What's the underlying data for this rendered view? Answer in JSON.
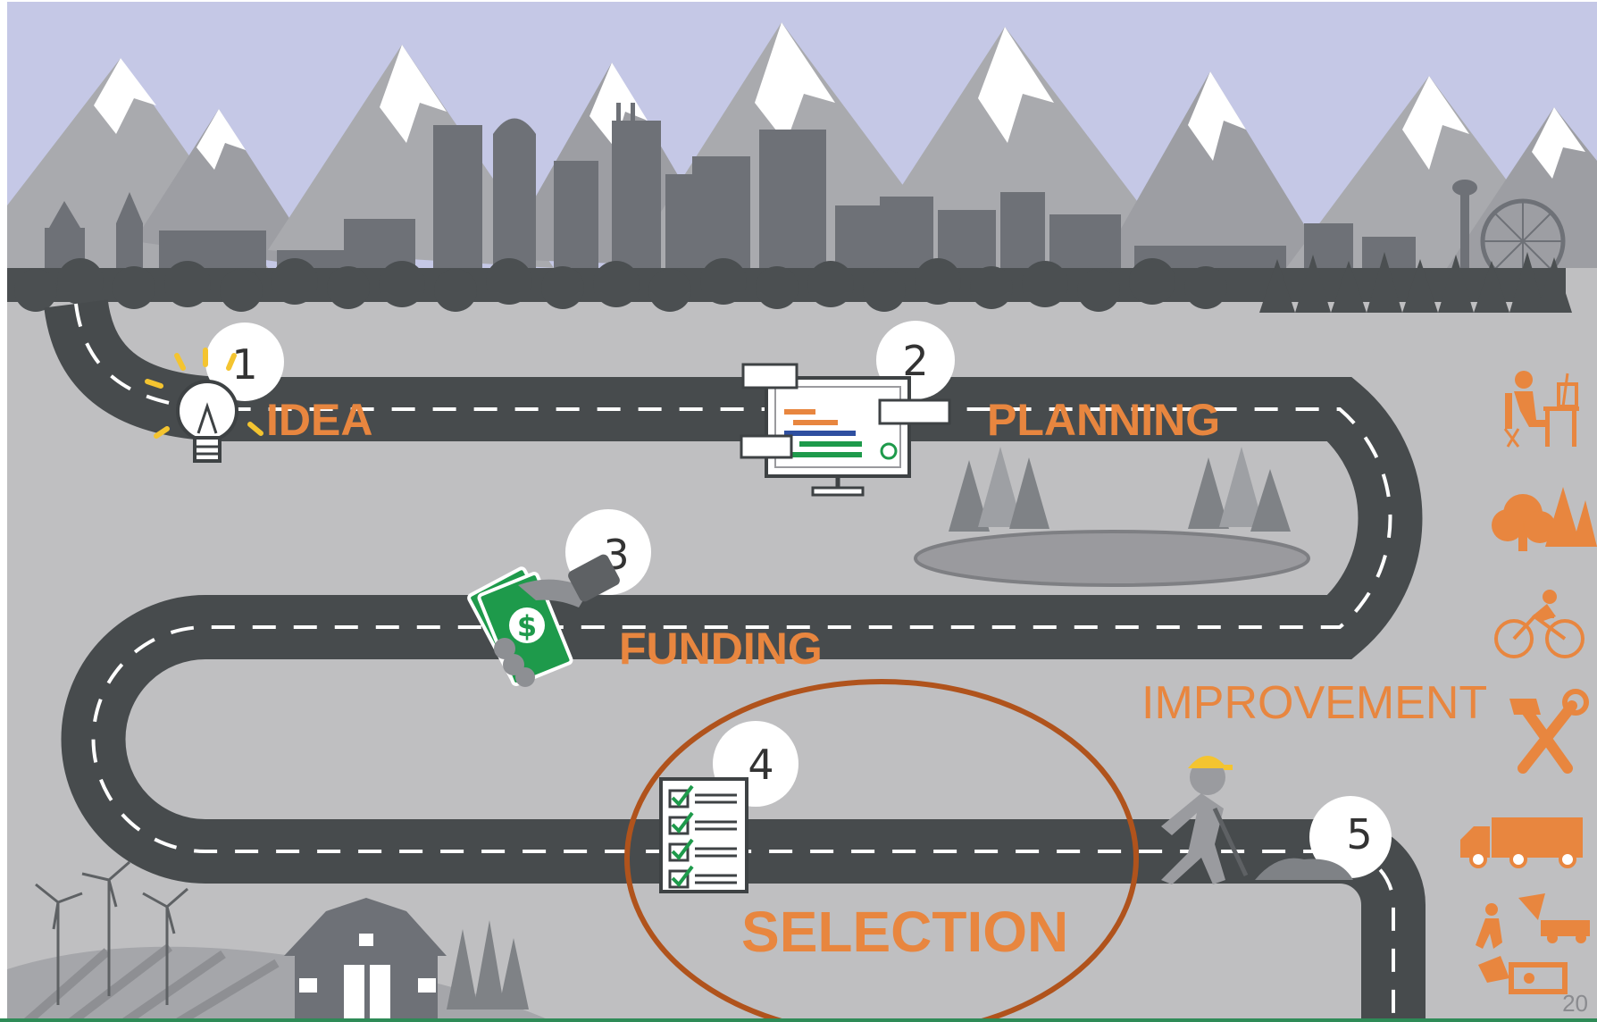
{
  "slide": {
    "page_number": "20",
    "stages": [
      {
        "number": "1",
        "label": "IDEA"
      },
      {
        "number": "2",
        "label": "PLANNING"
      },
      {
        "number": "3",
        "label": "FUNDING"
      },
      {
        "number": "4",
        "label": "SELECTION"
      },
      {
        "number": "5",
        "label": "IMPROVEMENT"
      }
    ],
    "highlighted_stage": "SELECTION"
  },
  "colors": {
    "sky": "#C5C8E6",
    "ground": "#BFBFC1",
    "road": "#474B4D",
    "label_orange": "#E8863F",
    "highlight_ring": "#B0531C",
    "money_green": "#1E9A4B",
    "bottom_bar": "#2E8B57"
  },
  "icons": [
    "lightbulb-icon",
    "monitor-schedule-icon",
    "money-hand-icon",
    "checklist-icon",
    "construction-worker-icon",
    "office-worker-icon",
    "trees-icon",
    "cyclist-icon",
    "tools-icon",
    "truck-icon",
    "recreation-icon"
  ]
}
